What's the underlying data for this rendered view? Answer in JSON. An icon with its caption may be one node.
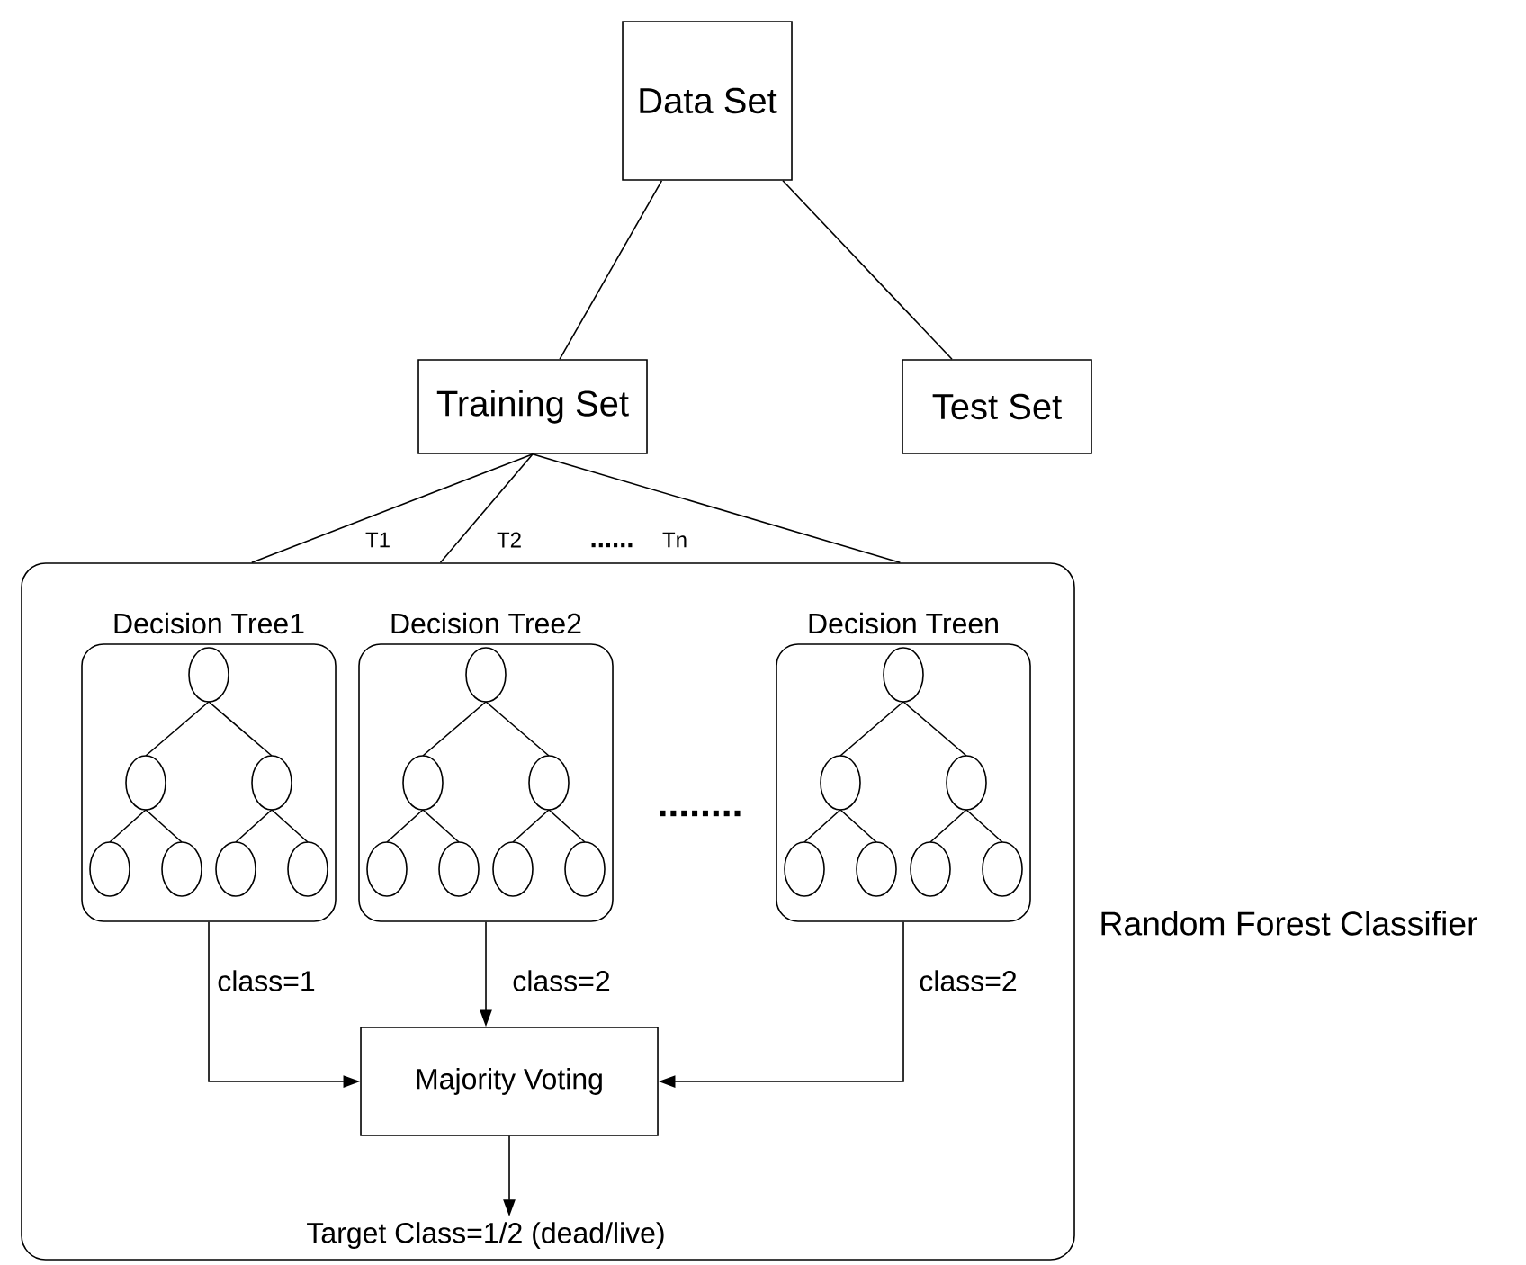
{
  "diagram": {
    "nodes": [
      {
        "text": [
          "Data Set"
        ]
      },
      {
        "text": [
          "Training Set"
        ]
      },
      {
        "text": [
          "Test Set"
        ]
      },
      {
        "text": [
          "Random Forest Classifier"
        ]
      },
      {
        "text": [
          "Decision Tree1"
        ],
        "in": 3
      },
      {
        "text": [
          "Decision Tree2"
        ],
        "in": 3
      },
      {
        "text": [
          "Decision Treen"
        ],
        "in": 3
      },
      {
        "text": [
          "Majority Voting"
        ],
        "in": 3
      },
      {
        "text": [
          "Target Class=1/2 (dead/live)"
        ],
        "in": 3
      }
    ],
    "edges": [
      {
        "from": 0,
        "to": 1,
        "arrow": "none"
      },
      {
        "from": 0,
        "to": 2,
        "arrow": "none"
      },
      {
        "from": 1,
        "to": 3,
        "arrow": "none",
        "label": "T1"
      },
      {
        "from": 1,
        "to": 3,
        "arrow": "none",
        "label": "T2"
      },
      {
        "from": 1,
        "to": 3,
        "arrow": "none",
        "label": "Tn"
      },
      {
        "from": 4,
        "to": 7,
        "arrow": "to",
        "label": "class=1"
      },
      {
        "from": 5,
        "to": 7,
        "arrow": "to",
        "label": "class=2"
      },
      {
        "from": 6,
        "to": 7,
        "arrow": "to",
        "label": "class=2"
      },
      {
        "from": 7,
        "to": 8,
        "arrow": "to"
      }
    ],
    "labels": [
      "......",
      "........"
    ]
  }
}
